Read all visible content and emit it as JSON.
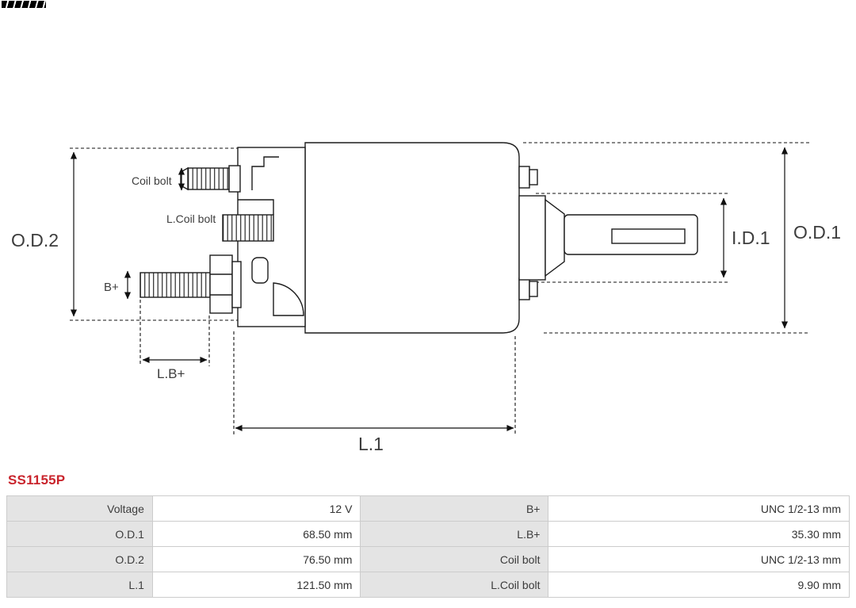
{
  "page": {
    "part_number": "SS1155P",
    "accent_color": "#c9252d"
  },
  "diagram": {
    "labels": {
      "od2": "O.D.2",
      "od1": "O.D.1",
      "id1": "I.D.1",
      "l1": "L.1",
      "lb_plus": "L.B+",
      "b_plus": "B+",
      "coil_bolt": "Coil bolt",
      "l_coil_bolt": "L.Coil bolt"
    }
  },
  "table": {
    "rows": [
      [
        {
          "label": "Voltage",
          "value": "12 V"
        },
        {
          "label": "B+",
          "value": "UNC 1/2-13 mm"
        }
      ],
      [
        {
          "label": "O.D.1",
          "value": "68.50 mm"
        },
        {
          "label": "L.B+",
          "value": "35.30 mm"
        }
      ],
      [
        {
          "label": "O.D.2",
          "value": "76.50 mm"
        },
        {
          "label": "Coil bolt",
          "value": "UNC 1/2-13 mm"
        }
      ],
      [
        {
          "label": "L.1",
          "value": "121.50 mm"
        },
        {
          "label": "L.Coil bolt",
          "value": "9.90 mm"
        }
      ]
    ]
  }
}
